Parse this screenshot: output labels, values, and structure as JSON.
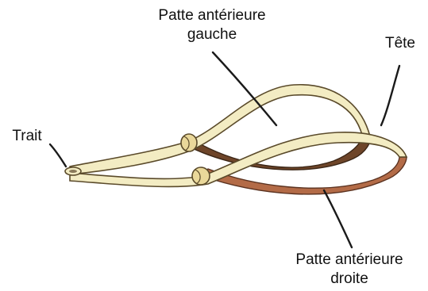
{
  "labels": {
    "left_foreleg": {
      "line1": "Patte antérieure",
      "line2": "gauche"
    },
    "head": "Tête",
    "trait": "Trait",
    "right_foreleg": {
      "line1": "Patte antérieure",
      "line2": "droite"
    }
  },
  "colors": {
    "strap_light": "#f3ecc3",
    "strap_outline": "#5a4a2a",
    "strap_dark_brown": "#6e4529",
    "strap_reddish_brown": "#b36b47",
    "leader_line": "#1a1a1a",
    "text": "#111111"
  }
}
